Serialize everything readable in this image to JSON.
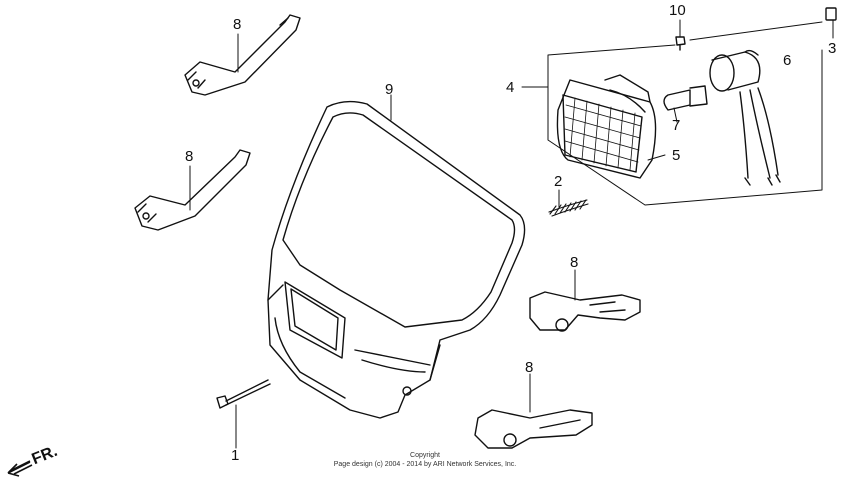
{
  "callouts": {
    "c1": "1",
    "c2": "2",
    "c3": "3",
    "c4": "4",
    "c5": "5",
    "c6": "6",
    "c7": "7",
    "c8a": "8",
    "c8b": "8",
    "c8c": "8",
    "c8d": "8",
    "c9": "9",
    "c10": "10"
  },
  "direction": "FR.",
  "copyright": {
    "line1": "Copyright",
    "line2": "Page design (c) 2004 - 2014 by ARI Network Services, Inc."
  },
  "colors": {
    "ink": "#111111",
    "paper": "#ffffff"
  }
}
